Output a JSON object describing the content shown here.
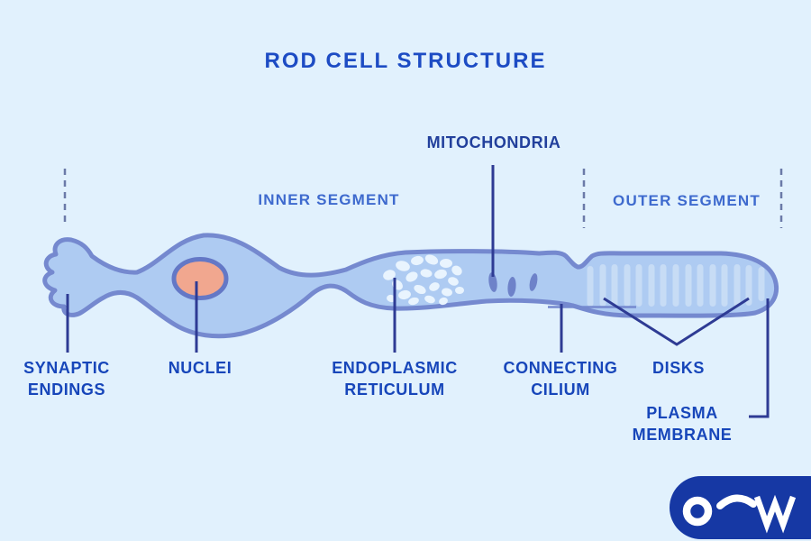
{
  "title": "ROD CELL STRUCTURE",
  "segment_labels": {
    "inner": "INNER SEGMENT",
    "outer": "OUTER SEGMENT"
  },
  "part_labels": {
    "mitochondria": "MITOCHONDRIA",
    "synaptic_endings": "SYNAPTIC\nENDINGS",
    "nuclei": "NUCLEI",
    "endoplasmic_reticulum": "ENDOPLASMIC\nRETICULUM",
    "connecting_cilium": "CONNECTING\nCILIUM",
    "disks": "DISKS",
    "plasma_membrane": "PLASMA\nMEMBRANE"
  },
  "logo": {
    "letters": "OW",
    "icon": "o-arc-w-logo"
  },
  "colors": {
    "bg": "#e1f1fd",
    "cell_fill": "#aecbf2",
    "cell_stroke": "#7589cf",
    "nucleus_fill": "#f1a78f",
    "nucleus_stroke": "#6478c6",
    "er_fill": "#e9f4fe",
    "mito_fill": "#6e82c9",
    "disk_fill": "#c7dcf5",
    "leader_line": "#2e3b94",
    "dash_line": "#6b7aa8",
    "title": "#1d4cc4",
    "part_label": "#1746ba",
    "mitochondria_label": "#22409c",
    "segment_label": "#3e6ace",
    "logo_bg": "#1638a4",
    "logo_fg": "#ffffff"
  }
}
